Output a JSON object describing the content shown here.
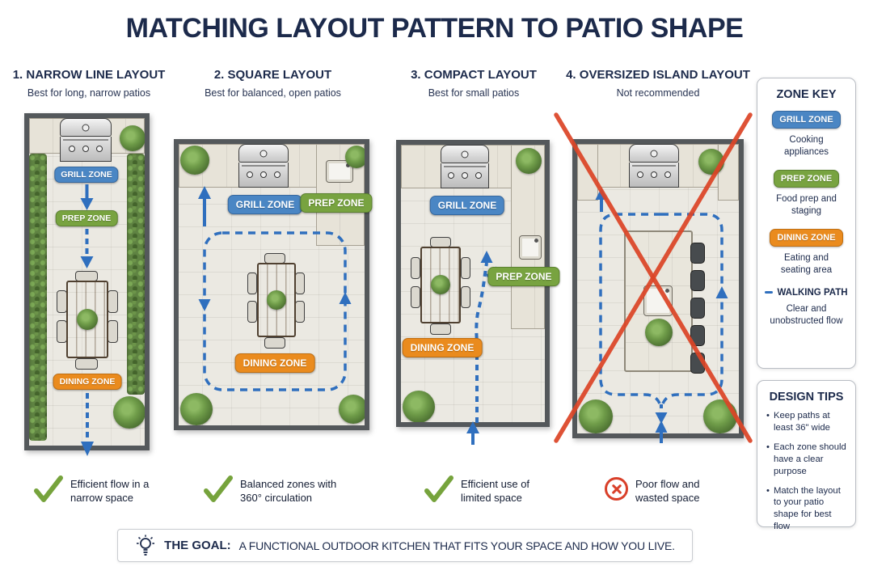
{
  "title": "MATCHING LAYOUT PATTERN TO PATIO SHAPE",
  "panels": [
    {
      "heading": "1. NARROW LINE LAYOUT",
      "subheading": "Best for long, narrow patios",
      "verdict": "Efficient flow in a narrow space",
      "result": "good"
    },
    {
      "heading": "2. SQUARE LAYOUT",
      "subheading": "Best for balanced, open patios",
      "verdict": "Balanced zones with 360° circulation",
      "result": "good"
    },
    {
      "heading": "3. COMPACT LAYOUT",
      "subheading": "Best for small patios",
      "verdict": "Efficient use of limited space",
      "result": "good"
    },
    {
      "heading": "4. OVERSIZED ISLAND LAYOUT",
      "subheading": "Not recommended",
      "verdict": "Poor flow and wasted space",
      "result": "bad"
    }
  ],
  "zones": {
    "grill": "GRILL ZONE",
    "prep": "PREP ZONE",
    "dining": "DINING ZONE"
  },
  "zone_key": {
    "title": "ZONE KEY",
    "items": [
      {
        "label": "GRILL ZONE",
        "desc": "Cooking appliances",
        "color": "#4a86c4"
      },
      {
        "label": "PREP ZONE",
        "desc": "Food prep and staging",
        "color": "#78a340"
      },
      {
        "label": "DINING ZONE",
        "desc": "Eating and seating area",
        "color": "#ea8b1e"
      },
      {
        "label": "WALKING PATH",
        "desc": "Clear and unobstructed flow",
        "color": "#2f6fbe"
      }
    ]
  },
  "design_tips": {
    "title": "DESIGN TIPS",
    "items": [
      "Keep paths at least 36\" wide",
      "Each zone should have a clear purpose",
      "Match the layout to your patio shape for best flow"
    ]
  },
  "goal": {
    "label": "THE GOAL:",
    "text": "A FUNCTIONAL OUTDOOR KITCHEN THAT FITS YOUR SPACE AND HOW YOU LIVE."
  },
  "colors": {
    "navy": "#1c2a4b",
    "grill_zone": "#4a86c4",
    "prep_zone": "#78a340",
    "dining_zone": "#ea8b1e",
    "walking_path": "#2f6fbe",
    "reject_red": "#d9402a",
    "check_green": "#76a33c"
  }
}
